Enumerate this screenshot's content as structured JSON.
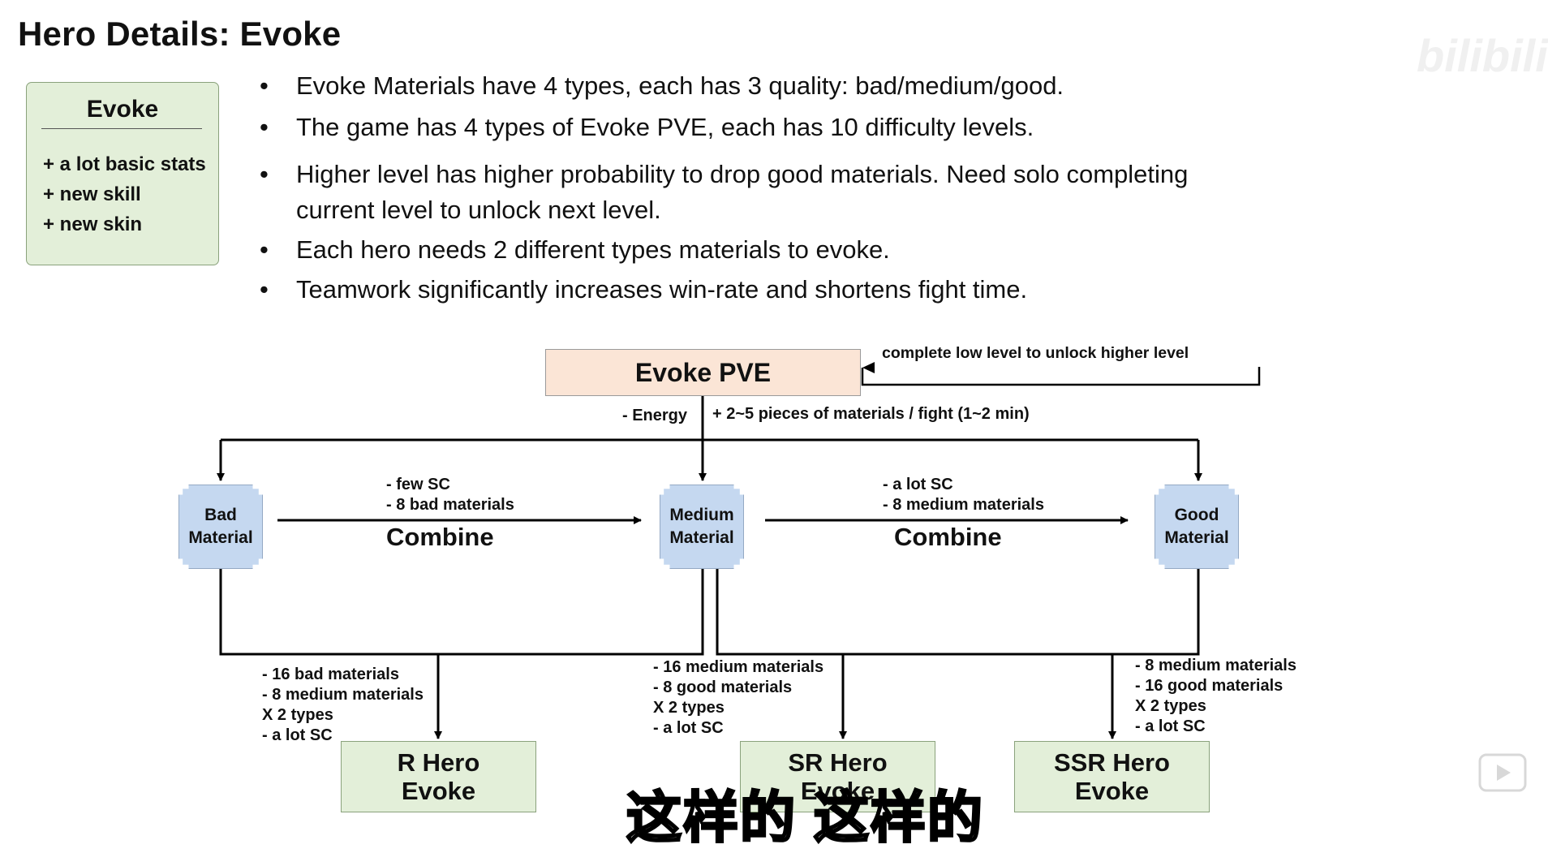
{
  "title": "Hero Details: Evoke",
  "watermark": "bilibili",
  "evoke_box": {
    "heading": "Evoke",
    "items": [
      "+ a lot basic stats",
      "+ new skill",
      "+ new skin"
    ]
  },
  "bullets": [
    {
      "marker": "•",
      "lines": [
        "Evoke Materials have 4 types, each has 3 quality: bad/medium/good."
      ]
    },
    {
      "marker": "•",
      "lines": [
        "The game has 4 types of Evoke PVE, each has 10 difficulty levels."
      ]
    },
    {
      "marker": "•",
      "lines": [
        "Higher level has higher probability to drop good materials. Need solo completing",
        "current level to unlock next level."
      ]
    },
    {
      "marker": "•",
      "lines": [
        "Each hero needs 2 different types materials to evoke."
      ]
    },
    {
      "marker": "•",
      "lines": [
        "Teamwork significantly increases win-rate and shortens fight time."
      ]
    }
  ],
  "diagram": {
    "pve": "Evoke PVE",
    "unlock_label": "complete low level to unlock higher level",
    "energy_label": "- Energy",
    "drop_label": "+ 2~5 pieces of materials / fight (1~2 min)",
    "materials": {
      "bad": [
        "Bad",
        "Material"
      ],
      "medium": [
        "Medium",
        "Material"
      ],
      "good": [
        "Good",
        "Material"
      ]
    },
    "combine1": {
      "cost": [
        "- few SC",
        "- 8 bad materials"
      ],
      "label": "Combine"
    },
    "combine2": {
      "cost": [
        "- a lot SC",
        "- 8 medium materials"
      ],
      "label": "Combine"
    },
    "r_cost": [
      "- 16 bad materials",
      "- 8 medium materials",
      "X 2 types",
      "- a lot SC"
    ],
    "sr_cost": [
      "- 16 medium materials",
      "- 8 good materials",
      "X 2 types",
      "- a lot SC"
    ],
    "ssr_cost": [
      "- 8 medium materials",
      "- 16 good materials",
      "X 2 types",
      "- a lot SC"
    ],
    "heroes": {
      "r": [
        "R Hero",
        "Evoke"
      ],
      "sr": [
        "SR Hero",
        "Evoke"
      ],
      "ssr": [
        "SSR Hero",
        "Evoke"
      ]
    }
  },
  "subtitle": "这样的 这样的"
}
